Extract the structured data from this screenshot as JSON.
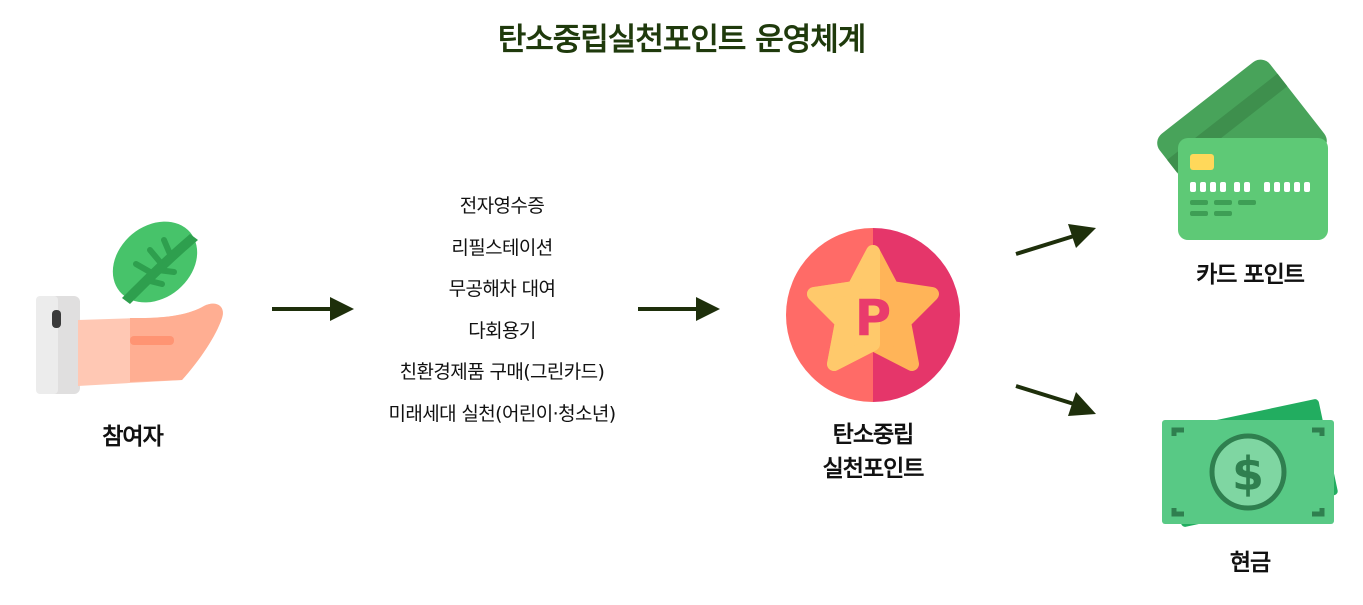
{
  "title": "탄소중립실천포인트 운영체계",
  "colors": {
    "title": "#1f3a0c",
    "arrow": "#1e2f0b",
    "coin_left": "#ff6b67",
    "coin_right": "#e5366a",
    "star": "#ffb458",
    "p_letter": "#e93b6c",
    "card_dark": "#48a35a",
    "card_light": "#5ec976",
    "cash_dark": "#22ad60",
    "cash_light": "#58c985",
    "leaf": "#47c36a",
    "hand": "#ffc8b4"
  },
  "participant": {
    "icon": "hand-holding-leaf-icon",
    "label": "참여자"
  },
  "activities": [
    "전자영수증",
    "리필스테이션",
    "무공해차 대여",
    "다회용기",
    "친환경제품 구매(그린카드)",
    "미래세대 실천(어린이·청소년)"
  ],
  "points": {
    "icon": "point-coin-icon",
    "letter": "P",
    "label_line1": "탄소중립",
    "label_line2": "실천포인트"
  },
  "outputs": [
    {
      "icon": "credit-card-icon",
      "label": "카드 포인트"
    },
    {
      "icon": "cash-bill-icon",
      "label": "현금"
    }
  ]
}
